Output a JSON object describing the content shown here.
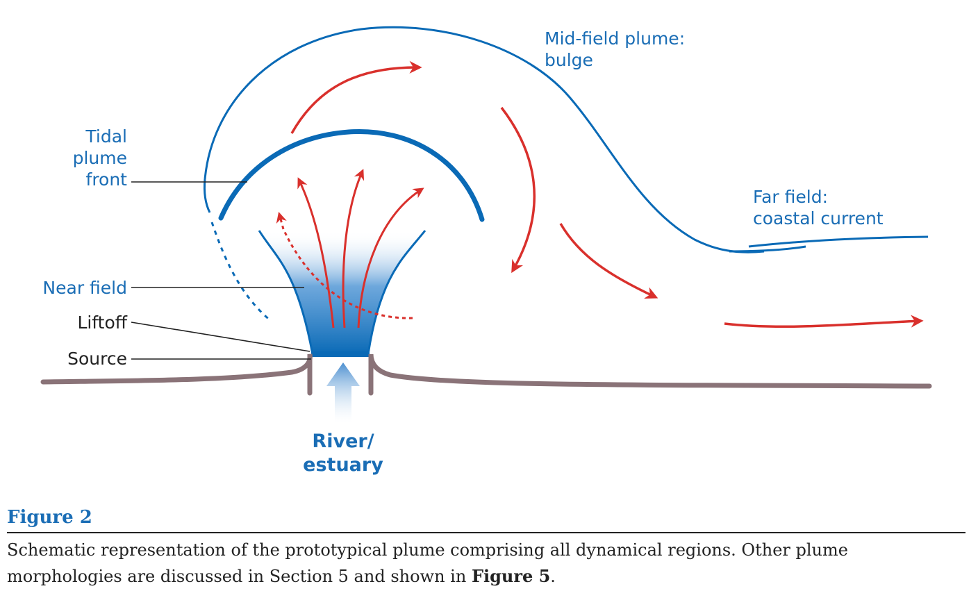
{
  "diagram": {
    "labels": {
      "mid_field_line1": "Mid-field plume:",
      "mid_field_line2": "bulge",
      "tidal_line1": "Tidal",
      "tidal_line2": "plume",
      "tidal_line3": "front",
      "far_field_line1": "Far field:",
      "far_field_line2": "coastal current",
      "near_field": "Near field",
      "liftoff": "Liftoff",
      "source": "Source",
      "river_line1": "River/",
      "river_line2": "estuary"
    },
    "colors": {
      "plume_blue": "#0a6ab6",
      "flow_red": "#d9302c",
      "seabed_brown": "#8a7378"
    }
  },
  "figure": {
    "title": "Figure 2",
    "caption_text": "Schematic representation of the prototypical plume comprising all dynamical regions. Other plume morphologies are discussed in Section 5 and shown in ",
    "caption_ref": "Figure 5",
    "caption_end": "."
  }
}
